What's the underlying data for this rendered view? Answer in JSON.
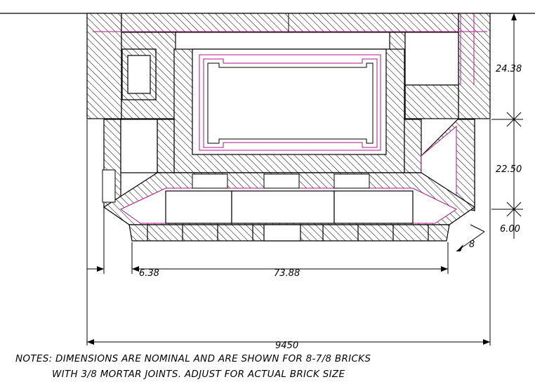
{
  "dimensions": {
    "overall_width": "9450",
    "back_height": "24.38",
    "mid_height": "22.50",
    "front_height": "6.00",
    "side_offset": "6.38",
    "opening_width": "73.88",
    "angle_label": "8"
  },
  "notes": {
    "line1": "NOTES: DIMENSIONS ARE NOMINAL AND ARE SHOWN FOR 8-7/8 BRICKS",
    "line2": "WITH 3/8 MORTAR JOINTS. ADJUST FOR ACTUAL BRICK SIZE"
  },
  "colors": {
    "line": "#000000",
    "accent": "#b0168c"
  }
}
